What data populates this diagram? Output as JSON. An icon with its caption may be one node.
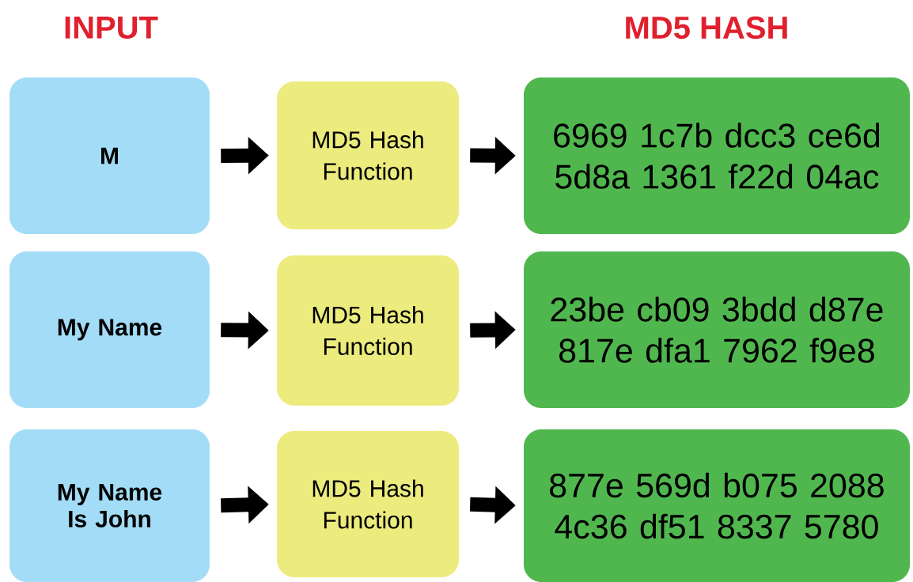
{
  "diagram": {
    "nodes": [
      {
        "text": [
          "M"
        ]
      },
      {
        "text": [
          "MD5 Hash Function"
        ]
      },
      {
        "text": [
          "6969 1c7b dcc3 ce6d 5d8a 1361 f22d 04ac"
        ]
      },
      {
        "text": [
          "My Name"
        ]
      },
      {
        "text": [
          "MD5 Hash Function"
        ]
      },
      {
        "text": [
          "23be cb09 3bdd d87e 817e dfa1 7962 f9e8"
        ]
      },
      {
        "text": [
          "My Name Is John"
        ]
      },
      {
        "text": [
          "MD5 Hash Function"
        ]
      },
      {
        "text": [
          "877e 569d b075 2088 4c36 df51 8337 5780"
        ]
      }
    ],
    "edges": [
      {
        "from": 0,
        "to": 1,
        "arrow": "to"
      },
      {
        "from": 1,
        "to": 2,
        "arrow": "to"
      },
      {
        "from": 3,
        "to": 4,
        "arrow": "to"
      },
      {
        "from": 4,
        "to": 5,
        "arrow": "to"
      },
      {
        "from": 6,
        "to": 7,
        "arrow": "to"
      },
      {
        "from": 7,
        "to": 8,
        "arrow": "to"
      }
    ],
    "labels": [
      "INPUT",
      "MD5 HASH"
    ]
  }
}
